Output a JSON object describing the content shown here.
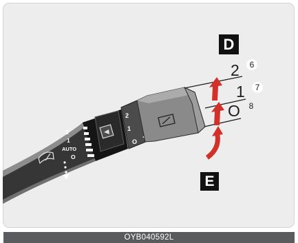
{
  "callouts": {
    "d": "D",
    "e": "E"
  },
  "positions": [
    {
      "label": "2",
      "number": "6"
    },
    {
      "label": "1",
      "number": "7"
    },
    {
      "label": "O",
      "number": "8"
    }
  ],
  "lever": {
    "stalk_markings": [
      "2",
      "1",
      "AUTO",
      "O"
    ],
    "ring_markings": [
      "2",
      "1",
      "O"
    ],
    "icons": [
      "wiper-icon",
      "mist-arrow-icon",
      "washer-icon",
      "position-marker-icon"
    ]
  },
  "arrows": [
    "arrow-up-icon",
    "arrow-up-icon",
    "curved-arrow-up-icon"
  ],
  "footer": {
    "code": "OYB040592L"
  },
  "colors": {
    "background": "#ededed",
    "callout_box": "#111111",
    "arrow": "#d2312a",
    "footer": "#5a5b5d"
  }
}
